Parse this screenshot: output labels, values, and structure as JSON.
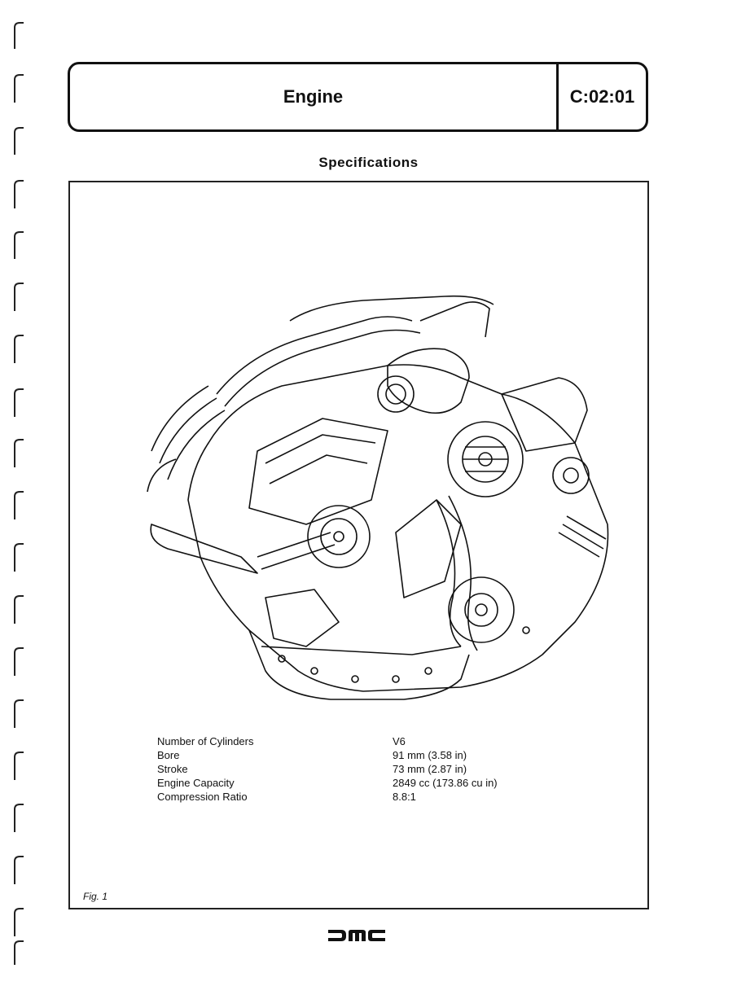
{
  "header": {
    "title": "Engine",
    "code": "C:02:01"
  },
  "section_title": "Specifications",
  "figure": {
    "caption": "Fig. 1",
    "illustration": "v6-engine-cutaway-illustration"
  },
  "specifications": [
    {
      "label": "Number of Cylinders",
      "value": "V6"
    },
    {
      "label": "Bore",
      "value": "91 mm (3.58 in)"
    },
    {
      "label": "Stroke",
      "value": "73 mm (2.87 in)"
    },
    {
      "label": "Engine Capacity",
      "value": "2849 cc (173.86 cu in)"
    },
    {
      "label": "Compression Ratio",
      "value": "8.8:1"
    }
  ],
  "logo": "dmc-logo"
}
